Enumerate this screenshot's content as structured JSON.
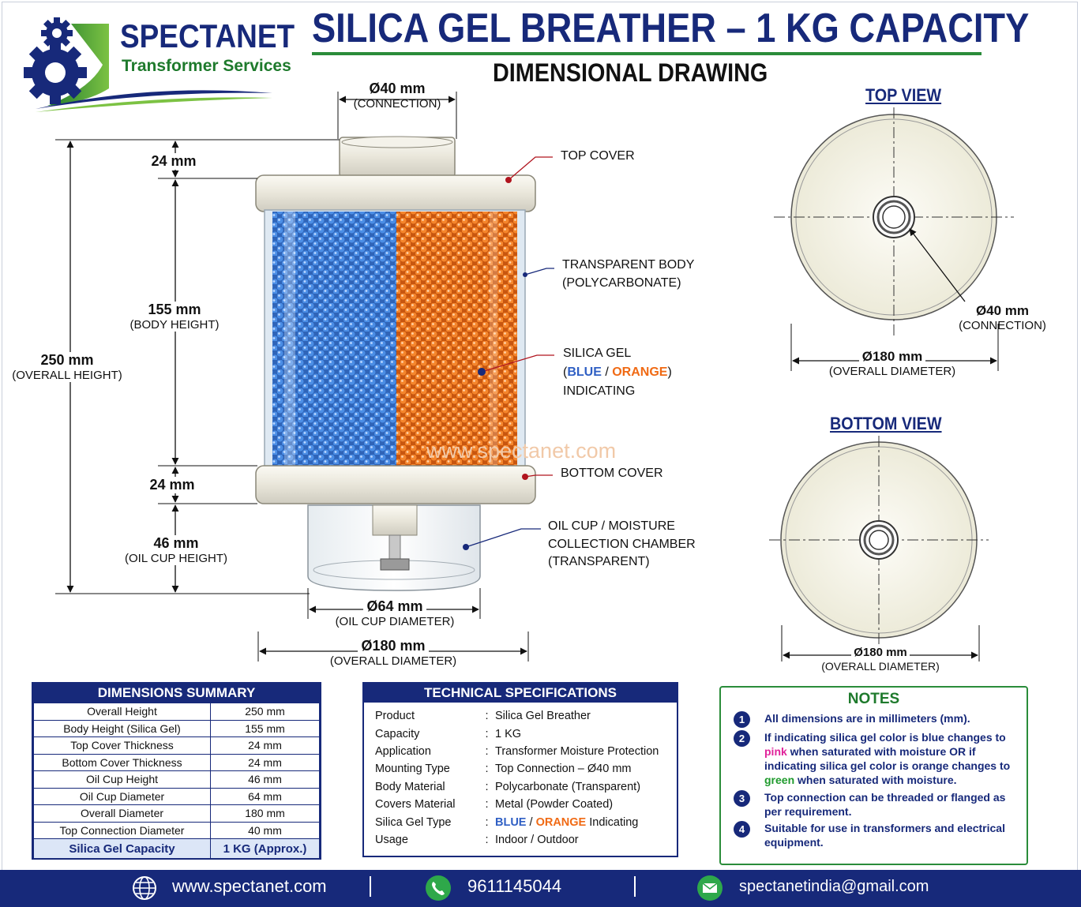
{
  "brand": {
    "name": "SPECTANET",
    "sub": "Transformer Services"
  },
  "title": {
    "main": "SILICA GEL BREATHER – 1 KG CAPACITY",
    "sub": "DIMENSIONAL DRAWING"
  },
  "watermark": "www.spectanet.com",
  "colors": {
    "navy": "#17297a",
    "green": "#2a8c3a",
    "blue_gel": "#3d7fd9",
    "orange_gel": "#f07a22",
    "pink": "#e0239a"
  },
  "front": {
    "top_conn_value": "Ø40 mm",
    "top_conn_label": "(CONNECTION)",
    "overall_height_value": "250 mm",
    "overall_height_label": "(OVERALL HEIGHT)",
    "top_cover_value": "24 mm",
    "body_value": "155 mm",
    "body_label": "(BODY HEIGHT)",
    "bottom_cover_value": "24 mm",
    "oil_cup_value": "46 mm",
    "oil_cup_label": "(OIL CUP HEIGHT)",
    "oil_cup_dia_value": "Ø64 mm",
    "oil_cup_dia_label": "(OIL CUP DIAMETER)",
    "overall_dia_value": "Ø180 mm",
    "overall_dia_label": "(OVERALL DIAMETER)"
  },
  "callouts": {
    "top_cover": "TOP COVER",
    "body_l1": "TRANSPARENT BODY",
    "body_l2": "(POLYCARBONATE)",
    "gel_l1": "SILICA GEL",
    "gel_open": "(",
    "gel_blue": "BLUE",
    "gel_slash": " / ",
    "gel_orange": "ORANGE",
    "gel_close": ")",
    "gel_l3": "INDICATING",
    "bottom_cover": "BOTTOM COVER",
    "cup_l1": "OIL CUP / MOISTURE",
    "cup_l2": "COLLECTION CHAMBER",
    "cup_l3": "(TRANSPARENT)"
  },
  "top_view": {
    "title": "TOP VIEW",
    "conn_value": "Ø40 mm",
    "conn_label": "(CONNECTION)",
    "dia_value": "Ø180 mm",
    "dia_label": "(OVERALL DIAMETER)"
  },
  "bottom_view": {
    "title": "BOTTOM VIEW",
    "dia_value": "Ø180 mm",
    "dia_label": "(OVERALL DIAMETER)"
  },
  "dimensions_summary": {
    "title": "DIMENSIONS SUMMARY",
    "rows": [
      {
        "label": "Overall Height",
        "value": "250 mm"
      },
      {
        "label": "Body Height (Silica Gel)",
        "value": "155 mm"
      },
      {
        "label": "Top Cover Thickness",
        "value": "24 mm"
      },
      {
        "label": "Bottom Cover Thickness",
        "value": "24 mm"
      },
      {
        "label": "Oil Cup Height",
        "value": "46 mm"
      },
      {
        "label": "Oil Cup Diameter",
        "value": "64 mm"
      },
      {
        "label": "Overall Diameter",
        "value": "180 mm"
      },
      {
        "label": "Top Connection Diameter",
        "value": "40 mm"
      }
    ],
    "highlight": {
      "label": "Silica Gel Capacity",
      "value": "1 KG (Approx.)"
    }
  },
  "tech_specs": {
    "title": "TECHNICAL SPECIFICATIONS",
    "colon": ":",
    "rows": [
      {
        "label": "Product",
        "value": "Silica Gel Breather"
      },
      {
        "label": "Capacity",
        "value": "1 KG"
      },
      {
        "label": "Application",
        "value": "Transformer Moisture Protection"
      },
      {
        "label": "Mounting Type",
        "value": "Top Connection – Ø40 mm"
      },
      {
        "label": "Body Material",
        "value": "Polycarbonate (Transparent)"
      },
      {
        "label": "Covers Material",
        "value": "Metal (Powder Coated)"
      }
    ],
    "gel_type": {
      "label": "Silica Gel Type",
      "blue": "BLUE",
      "slash": " / ",
      "orange": "ORANGE",
      "rest": " Indicating"
    },
    "usage": {
      "label": "Usage",
      "value": "Indoor / Outdoor"
    }
  },
  "notes": {
    "title": "NOTES",
    "n1": "All dimensions are in millimeters (mm).",
    "n2_a": "If indicating silica gel color is blue changes to ",
    "n2_pink": "pink",
    "n2_b": " when saturated with moisture OR if indicating silica gel color is orange changes to ",
    "n2_green": "green",
    "n2_c": " when saturated with moisture.",
    "n3": "Top connection can be threaded or flanged as per requirement.",
    "n4": "Suitable for use in transformers and electrical equipment.",
    "nums": [
      "1",
      "2",
      "3",
      "4"
    ]
  },
  "footer": {
    "web": "www.spectanet.com",
    "phone": "9611145044",
    "email": "spectanetindia@gmail.com"
  }
}
